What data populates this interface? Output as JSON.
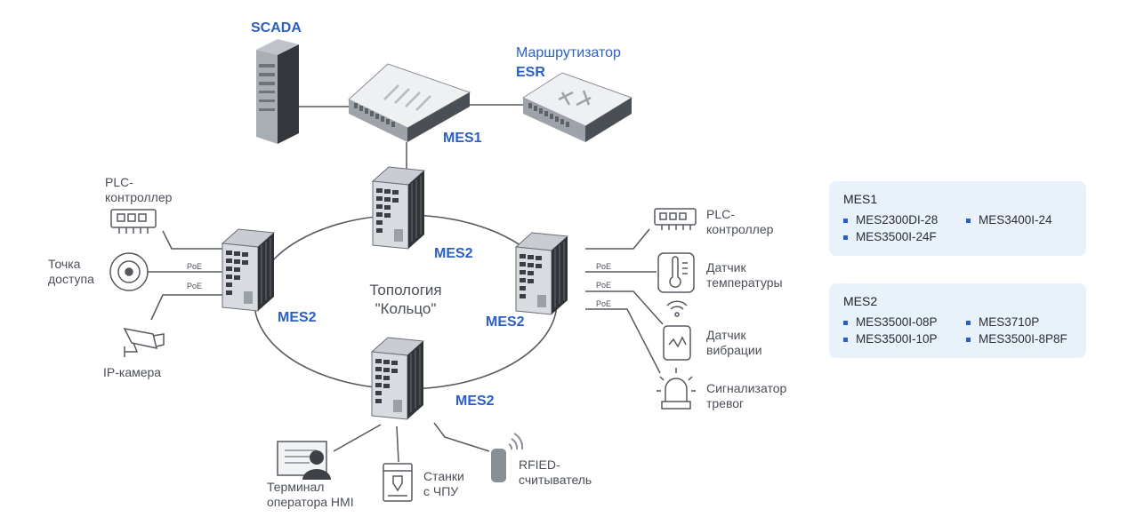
{
  "labels": {
    "scada": "SCADA",
    "router_l1": "Маршрутизатор",
    "router_l2": "ESR",
    "mes1": "MES1",
    "mes2_top": "MES2",
    "mes2_left": "MES2",
    "mes2_right": "MES2",
    "mes2_bottom": "MES2",
    "topology_l1": "Топология",
    "topology_l2": "\"Кольцо\"",
    "poe": "PoE",
    "plc_left_l1": "PLC-",
    "plc_left_l2": "контроллер",
    "ap_l1": "Точка",
    "ap_l2": "доступа",
    "ipcam": "IP-камера",
    "plc_right_l1": "PLC-",
    "plc_right_l2": "контроллер",
    "temp_l1": "Датчик",
    "temp_l2": "температуры",
    "vib_l1": "Датчик",
    "vib_l2": "вибрации",
    "alarm_l1": "Сигнализатор",
    "alarm_l2": "тревог",
    "hmi_l1": "Терминал",
    "hmi_l2": "оператора HMI",
    "cnc_l1": "Станки",
    "cnc_l2": "с ЧПУ",
    "rfid_l1": "RFIED-",
    "rfid_l2": "считыватель"
  },
  "panels": {
    "mes1": {
      "title": "MES1",
      "items": [
        "MES2300DI-28",
        "MES3400I-24",
        "MES3500I-24F"
      ]
    },
    "mes2": {
      "title": "MES2",
      "items": [
        "MES3500I-08P",
        "MES3710P",
        "MES3500I-10P",
        "MES3500I-8P8F"
      ]
    }
  },
  "icons": [
    "server-icon",
    "switch-icon",
    "router-icon",
    "industrial-switch-icon",
    "plc-icon",
    "access-point-icon",
    "ip-camera-icon",
    "thermometer-icon",
    "vibration-sensor-icon",
    "alarm-light-icon",
    "hmi-terminal-icon",
    "cnc-machine-icon",
    "rfid-reader-icon"
  ],
  "colors": {
    "accent": "#2a5fc4",
    "line": "#55585e",
    "panel": "#e9f1fb"
  }
}
